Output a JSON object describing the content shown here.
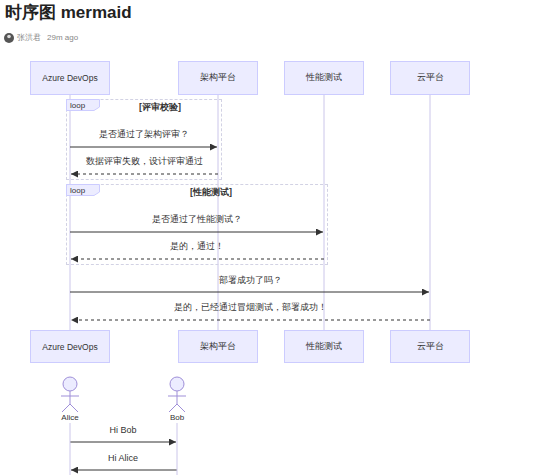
{
  "diagram": {
    "title": "时序图 mermaid",
    "nodes": [
      {
        "text": [
          "Azure DevOps"
        ]
      },
      {
        "text": [
          "架构平台"
        ]
      },
      {
        "text": [
          "性能测试"
        ]
      },
      {
        "text": [
          "云平台"
        ]
      },
      {
        "text": [
          "[评审校验]"
        ]
      },
      {
        "text": [
          "loop"
        ],
        "in": 4
      },
      {
        "text": [
          "[性能测试]"
        ]
      },
      {
        "text": [
          "loop"
        ],
        "in": 6
      },
      {
        "text": [
          "Azure DevOps"
        ]
      },
      {
        "text": [
          "架构平台"
        ]
      },
      {
        "text": [
          "性能测试"
        ]
      },
      {
        "text": [
          "云平台"
        ]
      },
      {
        "text": [
          "Alice"
        ]
      },
      {
        "text": [
          "Bob"
        ]
      }
    ],
    "edges": [
      {
        "from": 0,
        "to": 8,
        "arrow": "none"
      },
      {
        "from": 1,
        "to": 9,
        "arrow": "none"
      },
      {
        "from": 2,
        "to": 10,
        "arrow": "none"
      },
      {
        "from": 3,
        "to": 11,
        "arrow": "none"
      }
    ],
    "labels": [
      "张洪君",
      "29m ago",
      "是否通过了架构评审？",
      "数据评审失败，设计评审通过",
      "是否通过了性能测试？",
      "是的，通过！",
      "部署成功了吗？",
      "是的，已经通过冒烟测试，部署成功！",
      "Hi Bob",
      "Hi Alice"
    ]
  }
}
